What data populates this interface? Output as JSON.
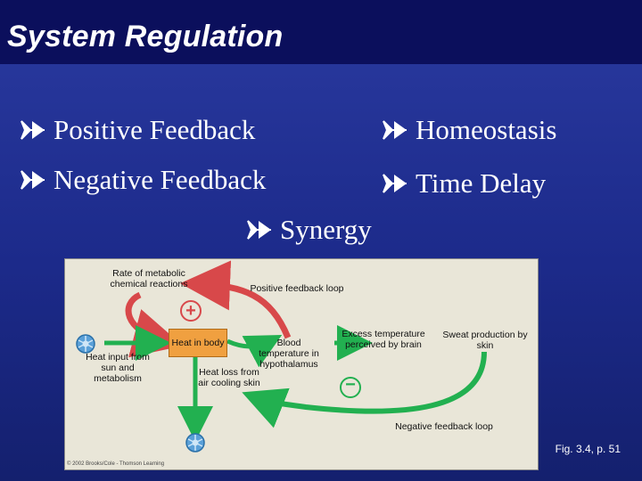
{
  "slide": {
    "title": "System Regulation",
    "bullets": [
      "Positive Feedback",
      "Homeostasis",
      "Negative Feedback",
      "Time Delay",
      "Synergy"
    ],
    "figure_reference": "Fig. 3.4, p. 51"
  },
  "figure": {
    "rate_label": "Rate of metabolic chemical reactions",
    "positive_loop_label": "Positive feedback loop",
    "heat_in_body": "Heat in body",
    "heat_input": "Heat input from sun and metabolism",
    "blood_temp": "Blood temperature in hypothalamus",
    "excess_temp": "Excess temperature perceived by brain",
    "sweat": "Sweat production by skin",
    "heat_loss": "Heat loss from air cooling skin",
    "negative_loop_label": "Negative feedback loop",
    "plus_sign": "+",
    "minus_sign": "−",
    "copyright": "© 2002 Brooks/Cole - Thomson Learning"
  },
  "colors": {
    "background": "#1c2a8a",
    "title_bar": "#0b0f5c",
    "bullet_arrow": "#ffffff",
    "positive_arrow": "#d8484a",
    "negative_arrow": "#22b050",
    "heat_box": "#f0a040"
  }
}
